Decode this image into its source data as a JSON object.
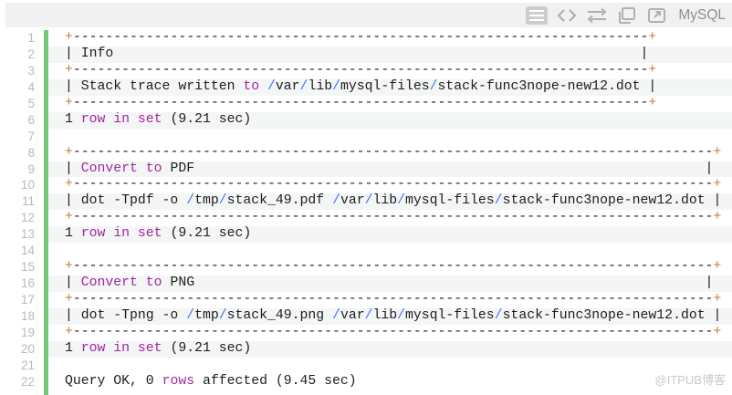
{
  "toolbar": {
    "icons": [
      {
        "name": "lines-icon",
        "active": true
      },
      {
        "name": "code-icon",
        "active": false
      },
      {
        "name": "wrap-icon",
        "active": false
      },
      {
        "name": "copy-icon",
        "active": false
      },
      {
        "name": "open-in-new-icon",
        "active": false
      }
    ],
    "language_label": "MySQL"
  },
  "colors": {
    "keyword": "#a326a3",
    "slash": "#4078f2",
    "plus": "#bd7f2f",
    "text": "#1d1d1f",
    "row_shade": "#f4f5f5",
    "gutter_bar_green": "#74c874",
    "line_number": "#b4bac0",
    "toolbar_bg": "#f1f1f1",
    "watermark": "#c9c9c9"
  },
  "code": {
    "lines": [
      {
        "n": 1,
        "tokens": [
          [
            "o",
            "+"
          ],
          [
            "d",
            "-----------------------------------------------------------------------"
          ],
          [
            "o",
            "+"
          ]
        ]
      },
      {
        "n": 2,
        "tokens": [
          [
            "d",
            "| Info                                                                 |"
          ]
        ]
      },
      {
        "n": 3,
        "tokens": [
          [
            "o",
            "+"
          ],
          [
            "d",
            "-----------------------------------------------------------------------"
          ],
          [
            "o",
            "+"
          ]
        ]
      },
      {
        "n": 4,
        "tokens": [
          [
            "d",
            "| Stack trace written "
          ],
          [
            "k",
            "to"
          ],
          [
            "d",
            " "
          ],
          [
            "s",
            "/"
          ],
          [
            "d",
            "var"
          ],
          [
            "s",
            "/"
          ],
          [
            "d",
            "lib"
          ],
          [
            "s",
            "/"
          ],
          [
            "d",
            "mysql-files"
          ],
          [
            "s",
            "/"
          ],
          [
            "d",
            "stack-func3nope-new12.dot |"
          ]
        ]
      },
      {
        "n": 5,
        "tokens": [
          [
            "o",
            "+"
          ],
          [
            "d",
            "-----------------------------------------------------------------------"
          ],
          [
            "o",
            "+"
          ]
        ]
      },
      {
        "n": 6,
        "tokens": [
          [
            "d",
            "1 "
          ],
          [
            "k",
            "row in set"
          ],
          [
            "d",
            " (9.21 sec)"
          ]
        ]
      },
      {
        "n": 7,
        "tokens": []
      },
      {
        "n": 8,
        "tokens": [
          [
            "o",
            "+"
          ],
          [
            "d",
            "-------------------------------------------------------------------------------"
          ],
          [
            "o",
            "+"
          ]
        ]
      },
      {
        "n": 9,
        "tokens": [
          [
            "d",
            "| "
          ],
          [
            "k",
            "Convert to"
          ],
          [
            "d",
            " PDF                                                               |"
          ]
        ]
      },
      {
        "n": 10,
        "tokens": [
          [
            "o",
            "+"
          ],
          [
            "d",
            "-------------------------------------------------------------------------------"
          ],
          [
            "o",
            "+"
          ]
        ]
      },
      {
        "n": 11,
        "tokens": [
          [
            "d",
            "| dot -Tpdf -o "
          ],
          [
            "s",
            "/"
          ],
          [
            "d",
            "tmp"
          ],
          [
            "s",
            "/"
          ],
          [
            "d",
            "stack_49.pdf "
          ],
          [
            "s",
            "/"
          ],
          [
            "d",
            "var"
          ],
          [
            "s",
            "/"
          ],
          [
            "d",
            "lib"
          ],
          [
            "s",
            "/"
          ],
          [
            "d",
            "mysql-files"
          ],
          [
            "s",
            "/"
          ],
          [
            "d",
            "stack-func3nope-new12.dot |"
          ]
        ]
      },
      {
        "n": 12,
        "tokens": [
          [
            "o",
            "+"
          ],
          [
            "d",
            "-------------------------------------------------------------------------------"
          ],
          [
            "o",
            "+"
          ]
        ]
      },
      {
        "n": 13,
        "tokens": [
          [
            "d",
            "1 "
          ],
          [
            "k",
            "row in set"
          ],
          [
            "d",
            " (9.21 sec)"
          ]
        ]
      },
      {
        "n": 14,
        "tokens": []
      },
      {
        "n": 15,
        "tokens": [
          [
            "o",
            "+"
          ],
          [
            "d",
            "-------------------------------------------------------------------------------"
          ],
          [
            "o",
            "+"
          ]
        ]
      },
      {
        "n": 16,
        "tokens": [
          [
            "d",
            "| "
          ],
          [
            "k",
            "Convert to"
          ],
          [
            "d",
            " PNG                                                               |"
          ]
        ]
      },
      {
        "n": 17,
        "tokens": [
          [
            "o",
            "+"
          ],
          [
            "d",
            "-------------------------------------------------------------------------------"
          ],
          [
            "o",
            "+"
          ]
        ]
      },
      {
        "n": 18,
        "tokens": [
          [
            "d",
            "| dot -Tpng -o "
          ],
          [
            "s",
            "/"
          ],
          [
            "d",
            "tmp"
          ],
          [
            "s",
            "/"
          ],
          [
            "d",
            "stack_49.png "
          ],
          [
            "s",
            "/"
          ],
          [
            "d",
            "var"
          ],
          [
            "s",
            "/"
          ],
          [
            "d",
            "lib"
          ],
          [
            "s",
            "/"
          ],
          [
            "d",
            "mysql-files"
          ],
          [
            "s",
            "/"
          ],
          [
            "d",
            "stack-func3nope-new12.dot |"
          ]
        ]
      },
      {
        "n": 19,
        "tokens": [
          [
            "o",
            "+"
          ],
          [
            "d",
            "-------------------------------------------------------------------------------"
          ],
          [
            "o",
            "+"
          ]
        ]
      },
      {
        "n": 20,
        "tokens": [
          [
            "d",
            "1 "
          ],
          [
            "k",
            "row in set"
          ],
          [
            "d",
            " (9.21 sec)"
          ]
        ]
      },
      {
        "n": 21,
        "tokens": []
      },
      {
        "n": 22,
        "tokens": [
          [
            "d",
            "Query OK, 0 "
          ],
          [
            "k",
            "rows"
          ],
          [
            "d",
            " affected (9.45 sec)"
          ]
        ]
      }
    ]
  },
  "watermark": "@ITPUB博客"
}
